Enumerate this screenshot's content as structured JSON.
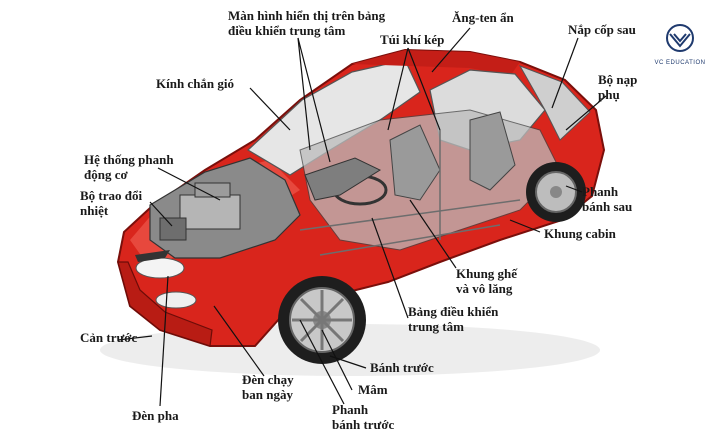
{
  "brand": {
    "name": "VC EDUCATION",
    "color": "#1f3a6e"
  },
  "colors": {
    "body": "#d9251c",
    "body_dark": "#8e1410",
    "body_light": "#f2665a",
    "glass": "#d9d9d9",
    "leader": "#111111"
  },
  "labels": {
    "man_hinh": "Màn hình hiển thị trên bảng\nđiều khiển trung tâm",
    "ang_ten": "Ăng-ten ẩn",
    "nap_cop": "Nắp cốp sau",
    "tui_khi": "Túi khí kép",
    "bo_nap": "Bộ nạp\nphụ",
    "kinh_chan_gio": "Kính chắn gió",
    "he_thong_phanh": "Hệ thống phanh\nđộng cơ",
    "bo_trao_doi": "Bộ trao đổi\nnhiệt",
    "phanh_sau": "Phanh\nbánh sau",
    "khung_cabin": "Khung cabin",
    "khung_ghe": "Khung ghế\nvà vô lăng",
    "bang_dieu_khien": "Bảng điều khiển\ntrung tâm",
    "can_truoc": "Cản trước",
    "banh_truoc": "Bánh trước",
    "den_chay": "Đèn chạy\nban ngày",
    "mam": "Mâm",
    "phanh_truoc": "Phanh\nbánh trước",
    "den_pha": "Đèn pha"
  }
}
